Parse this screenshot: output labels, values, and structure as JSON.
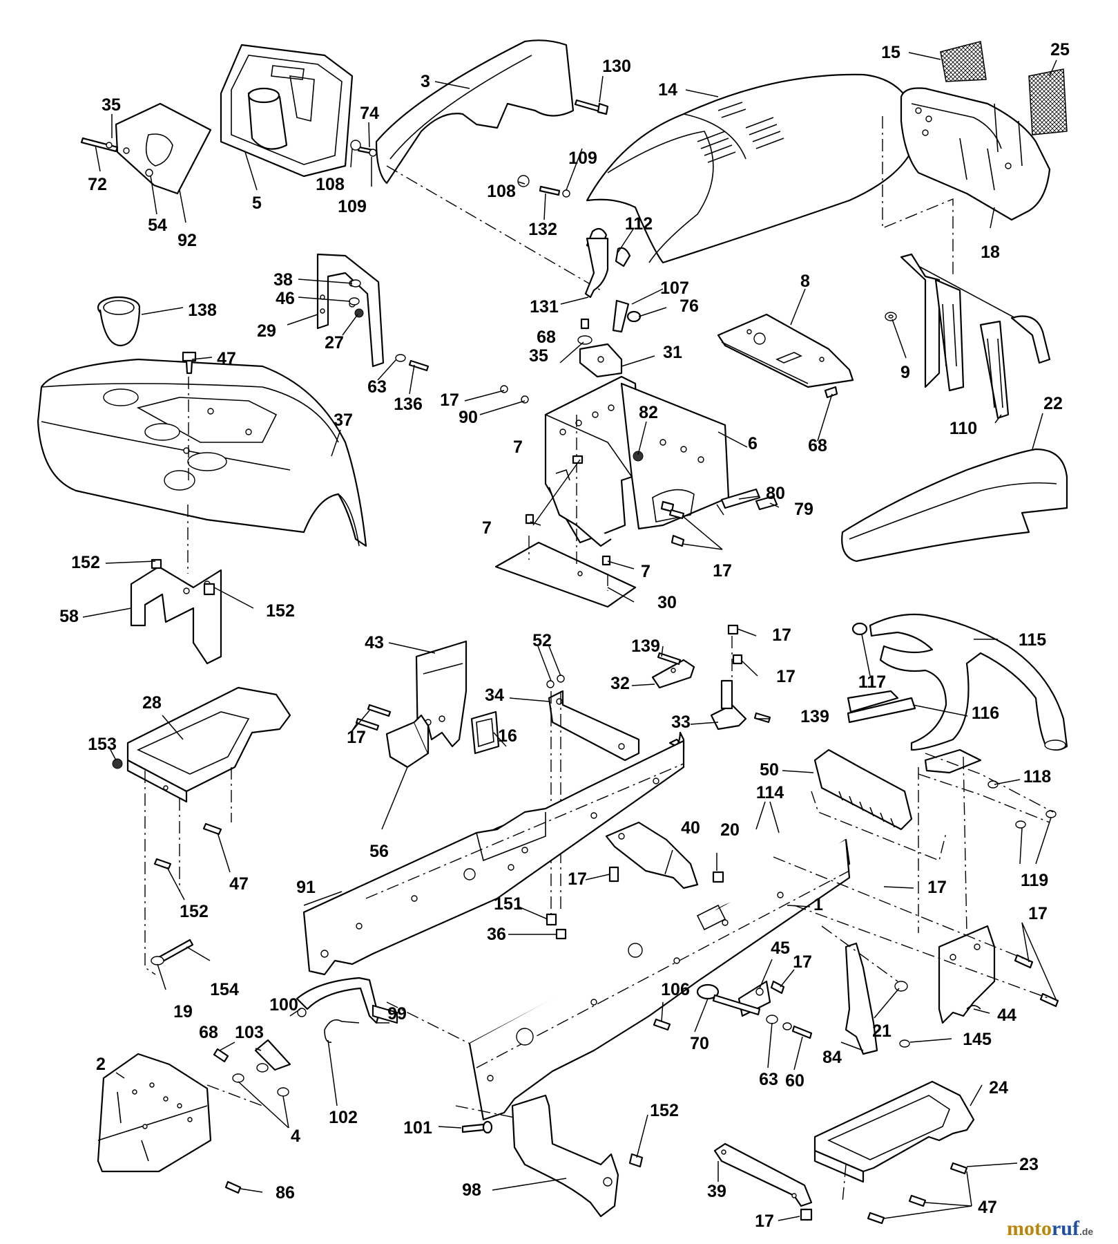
{
  "callouts": [
    {
      "id": "n3",
      "text": "3"
    },
    {
      "id": "n130",
      "text": "130"
    },
    {
      "id": "n14",
      "text": "14"
    },
    {
      "id": "n15",
      "text": "15"
    },
    {
      "id": "n25",
      "text": "25"
    },
    {
      "id": "n35a",
      "text": "35"
    },
    {
      "id": "n72",
      "text": "72"
    },
    {
      "id": "n54",
      "text": "54"
    },
    {
      "id": "n92",
      "text": "92"
    },
    {
      "id": "n5",
      "text": "5"
    },
    {
      "id": "n74",
      "text": "74"
    },
    {
      "id": "n108a",
      "text": "108"
    },
    {
      "id": "n109a",
      "text": "109"
    },
    {
      "id": "n108b",
      "text": "108"
    },
    {
      "id": "n109b",
      "text": "109"
    },
    {
      "id": "n132",
      "text": "132"
    },
    {
      "id": "n112",
      "text": "112"
    },
    {
      "id": "n18",
      "text": "18"
    },
    {
      "id": "n38",
      "text": "38"
    },
    {
      "id": "n46",
      "text": "46"
    },
    {
      "id": "n29",
      "text": "29"
    },
    {
      "id": "n27",
      "text": "27"
    },
    {
      "id": "n138",
      "text": "138"
    },
    {
      "id": "n131",
      "text": "131"
    },
    {
      "id": "n107",
      "text": "107"
    },
    {
      "id": "n76",
      "text": "76"
    },
    {
      "id": "n8",
      "text": "8"
    },
    {
      "id": "n9",
      "text": "9"
    },
    {
      "id": "n47a",
      "text": "47"
    },
    {
      "id": "n63a",
      "text": "63"
    },
    {
      "id": "n136",
      "text": "136"
    },
    {
      "id": "n68a",
      "text": "68"
    },
    {
      "id": "n35b",
      "text": "35"
    },
    {
      "id": "n31",
      "text": "31"
    },
    {
      "id": "n17a",
      "text": "17"
    },
    {
      "id": "n90",
      "text": "90"
    },
    {
      "id": "n82",
      "text": "82"
    },
    {
      "id": "n37",
      "text": "37"
    },
    {
      "id": "n7a",
      "text": "7"
    },
    {
      "id": "n6",
      "text": "6"
    },
    {
      "id": "n68b",
      "text": "68"
    },
    {
      "id": "n110",
      "text": "110"
    },
    {
      "id": "n22",
      "text": "22"
    },
    {
      "id": "n80",
      "text": "80"
    },
    {
      "id": "n79",
      "text": "79"
    },
    {
      "id": "n7b",
      "text": "7"
    },
    {
      "id": "n17b",
      "text": "17"
    },
    {
      "id": "n7c",
      "text": "7"
    },
    {
      "id": "n152a",
      "text": "152"
    },
    {
      "id": "n152b",
      "text": "152"
    },
    {
      "id": "n58",
      "text": "58"
    },
    {
      "id": "n30",
      "text": "30"
    },
    {
      "id": "n43",
      "text": "43"
    },
    {
      "id": "n52",
      "text": "52"
    },
    {
      "id": "n139a",
      "text": "139"
    },
    {
      "id": "n17c",
      "text": "17"
    },
    {
      "id": "n17d",
      "text": "17"
    },
    {
      "id": "n115",
      "text": "115"
    },
    {
      "id": "n32",
      "text": "32"
    },
    {
      "id": "n117",
      "text": "117"
    },
    {
      "id": "n28",
      "text": "28"
    },
    {
      "id": "n34",
      "text": "34"
    },
    {
      "id": "n16",
      "text": "16"
    },
    {
      "id": "n33",
      "text": "33"
    },
    {
      "id": "n139b",
      "text": "139"
    },
    {
      "id": "n116",
      "text": "116"
    },
    {
      "id": "n153",
      "text": "153"
    },
    {
      "id": "n17e",
      "text": "17"
    },
    {
      "id": "n50",
      "text": "50"
    },
    {
      "id": "n118",
      "text": "118"
    },
    {
      "id": "n114",
      "text": "114"
    },
    {
      "id": "n40",
      "text": "40"
    },
    {
      "id": "n20",
      "text": "20"
    },
    {
      "id": "n56",
      "text": "56"
    },
    {
      "id": "n47b",
      "text": "47"
    },
    {
      "id": "n91",
      "text": "91"
    },
    {
      "id": "n17f",
      "text": "17"
    },
    {
      "id": "n17g",
      "text": "17"
    },
    {
      "id": "n119",
      "text": "119"
    },
    {
      "id": "n152c",
      "text": "152"
    },
    {
      "id": "n151",
      "text": "151"
    },
    {
      "id": "n1",
      "text": "1"
    },
    {
      "id": "n36",
      "text": "36"
    },
    {
      "id": "n17h",
      "text": "17"
    },
    {
      "id": "n45",
      "text": "45"
    },
    {
      "id": "n17i",
      "text": "17"
    },
    {
      "id": "n154",
      "text": "154"
    },
    {
      "id": "n19",
      "text": "19"
    },
    {
      "id": "n100",
      "text": "100"
    },
    {
      "id": "n99",
      "text": "99"
    },
    {
      "id": "n106",
      "text": "106"
    },
    {
      "id": "n21",
      "text": "21"
    },
    {
      "id": "n44",
      "text": "44"
    },
    {
      "id": "n68c",
      "text": "68"
    },
    {
      "id": "n103",
      "text": "103"
    },
    {
      "id": "n2",
      "text": "2"
    },
    {
      "id": "n70",
      "text": "70"
    },
    {
      "id": "n84",
      "text": "84"
    },
    {
      "id": "n145",
      "text": "145"
    },
    {
      "id": "n63b",
      "text": "63"
    },
    {
      "id": "n60",
      "text": "60"
    },
    {
      "id": "n4",
      "text": "4"
    },
    {
      "id": "n102",
      "text": "102"
    },
    {
      "id": "n24",
      "text": "24"
    },
    {
      "id": "n101",
      "text": "101"
    },
    {
      "id": "n152d",
      "text": "152"
    },
    {
      "id": "n23",
      "text": "23"
    },
    {
      "id": "n86",
      "text": "86"
    },
    {
      "id": "n98",
      "text": "98"
    },
    {
      "id": "n39",
      "text": "39"
    },
    {
      "id": "n17j",
      "text": "17"
    },
    {
      "id": "n47c",
      "text": "47"
    }
  ],
  "watermark": {
    "brand_a": "moto",
    "brand_b": "ruf",
    "suffix": ".de"
  }
}
